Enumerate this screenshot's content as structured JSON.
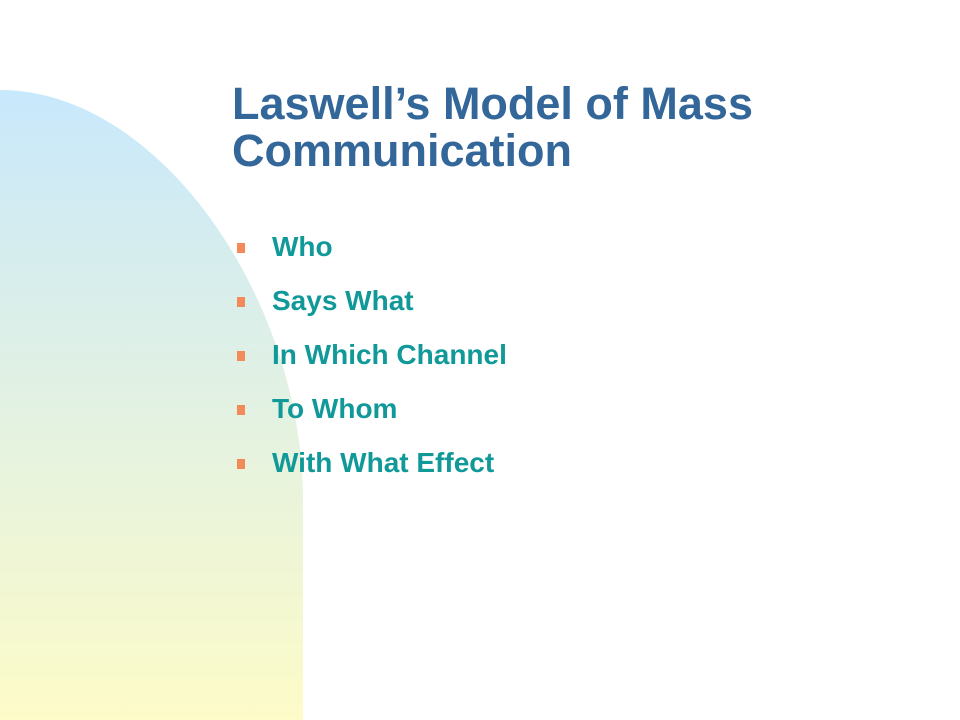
{
  "slide": {
    "title": "Laswell’s Model of Mass Communication",
    "bullets": [
      "Who",
      "Says What",
      "In Which Channel",
      "To Whom",
      "With What Effect"
    ]
  },
  "colors": {
    "title": "#336699",
    "bullet_text": "#119999",
    "bullet_marker": "#f28a5a",
    "gradient_top": "#c8e8fc",
    "gradient_bottom": "#fdfbc8",
    "background": "#ffffff"
  }
}
